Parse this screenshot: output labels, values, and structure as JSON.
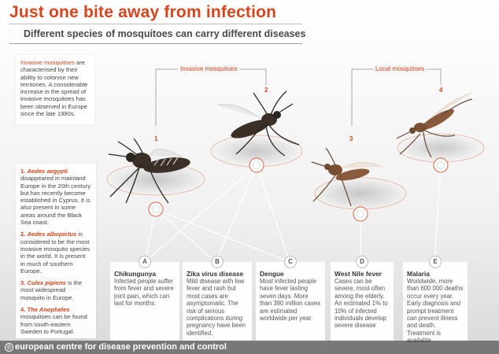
{
  "header": {
    "title": "Just one bite away from infection",
    "subtitle": "Different species of mosquitoes can carry different diseases"
  },
  "intro": {
    "highlight": "Invasive mosquitoes",
    "text": " are characterised by their ability to colonise new territories. A considerable increase in the spread of invasive mosquitoes has been observed in Europe since the late 1990s."
  },
  "species": [
    {
      "num": "1.",
      "name": "Aedes aegypti",
      "text": " disappeared in mainland Europe in the 20th century but has recently become established in Cyprus. It is also present in some areas around the Black Sea coast."
    },
    {
      "num": "2.",
      "name": "Aedes albopictus",
      "text": " is considered to be the most invasive mosquito species in the world. It is present in much of southern Europe."
    },
    {
      "num": "3.",
      "name": "Culex pipiens",
      "text": " is the most widespread mosquito in Europe."
    },
    {
      "num": "4.",
      "name": "The Anopheles",
      "text": " mosquitoes can be found from south-eastern Sweden to Portugal."
    }
  ],
  "groups": {
    "invasive": "Invasive mosquitoes",
    "local": "Local mosquitoes"
  },
  "mosquito_numbers": [
    "1",
    "2",
    "3",
    "4"
  ],
  "diseases": [
    {
      "letter": "A",
      "title": "Chikungunya",
      "desc": "Infected people suffer from fever and severe joint pain, which can last for months."
    },
    {
      "letter": "B",
      "title": "Zika virus disease",
      "desc": "Mild disease with low fever and rash but most cases are asymptomatic. The risk of serious complications during pregnancy have been identified."
    },
    {
      "letter": "C",
      "title": "Dengue",
      "desc": "Most infected people have fever lasting seven days. More than 390 million cases are estimated worldwide per year."
    },
    {
      "letter": "D",
      "title": "West Nile fever",
      "desc": "Cases can be severe, most often among the elderly. An estimated 1% to 10% of infected individuals develop severe disease"
    },
    {
      "letter": "E",
      "title": "Malaria",
      "desc": "Worldwide, more than 600 000 deaths occur every year. Early diagnosis and prompt treatment can prevent illness and death. Treatment is available."
    }
  ],
  "footer": {
    "copyright_symbol": "©",
    "text": "european centre for disease prevention and control"
  },
  "colors": {
    "accent": "#d8451c",
    "mosquito_dark": "#3b3028",
    "mosquito_brown": "#8a5a3c"
  }
}
